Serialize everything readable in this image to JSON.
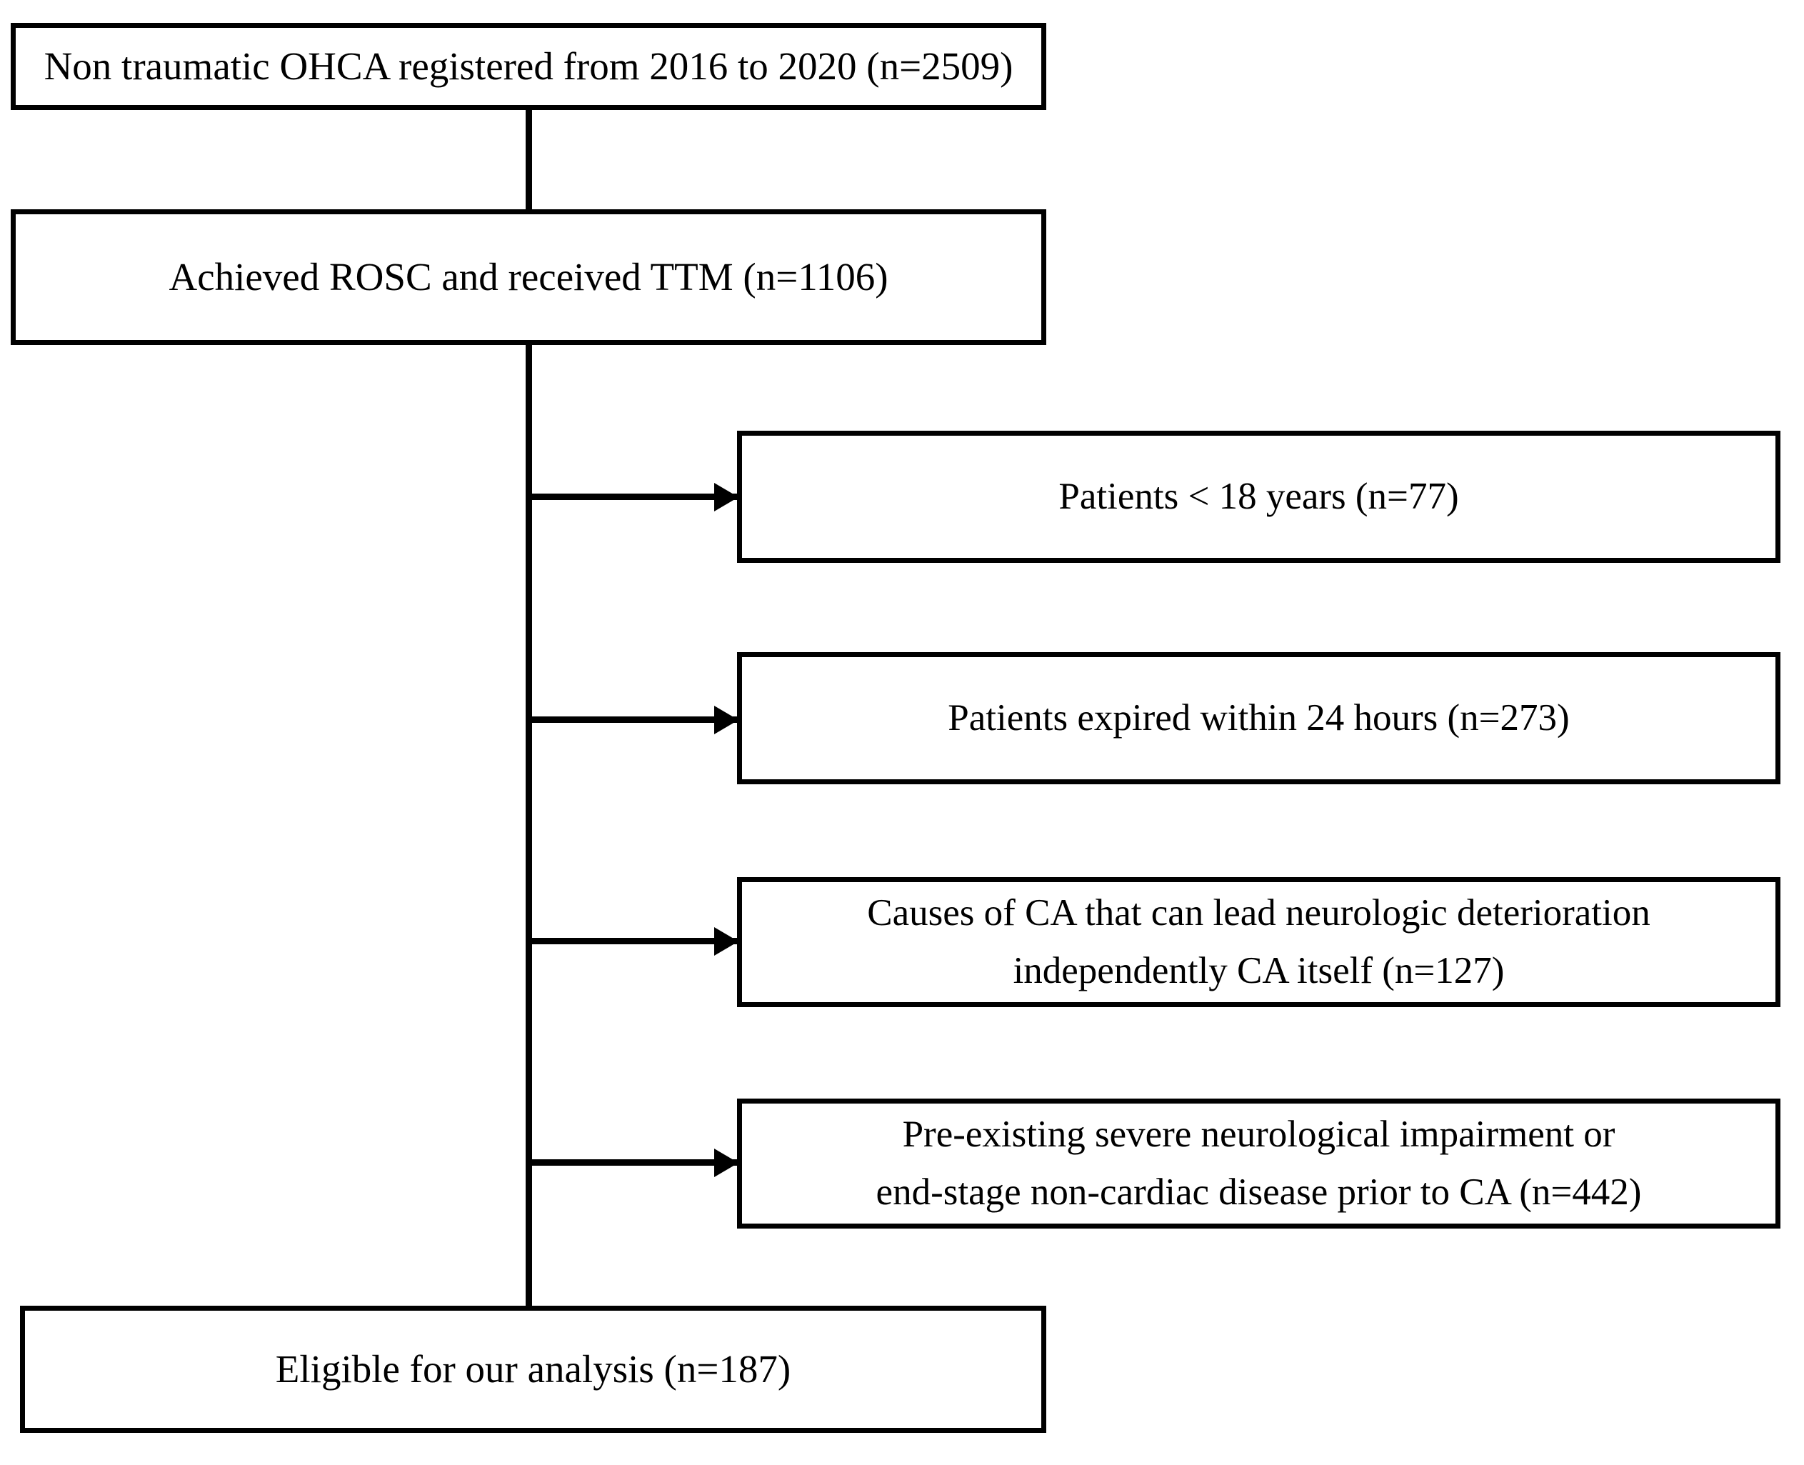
{
  "figure": {
    "kind": "study-flow-diagram",
    "colors": {
      "line": "#000000",
      "text": "#000000",
      "background": "#ffffff"
    }
  },
  "nodes": {
    "enrolled": {
      "lines": [
        "Non traumatic OHCA registered from 2016 to 2020 (n=2509)"
      ],
      "count": "2509"
    },
    "rosc_ttm": {
      "lines": [
        "Achieved ROSC and received TTM (n=1106)"
      ],
      "count": "1106"
    },
    "eligible": {
      "lines": [
        "Eligible for our analysis (n=187)"
      ],
      "count": "187"
    }
  },
  "exclusions": [
    {
      "id": "under-18",
      "lines": [
        "Patients < 18 years (n=77)"
      ],
      "count": "77"
    },
    {
      "id": "expired-24h",
      "lines": [
        "Patients expired within 24 hours (n=273)"
      ],
      "count": "273"
    },
    {
      "id": "neuro-causes",
      "lines": [
        "Causes of CA that can lead neurologic deterioration",
        "independently CA itself (n=127)"
      ],
      "count": "127"
    },
    {
      "id": "pre-existing",
      "lines": [
        "Pre-existing severe neurological impairment or",
        "end-stage non-cardiac disease prior to CA (n=442)"
      ],
      "count": "442"
    }
  ]
}
